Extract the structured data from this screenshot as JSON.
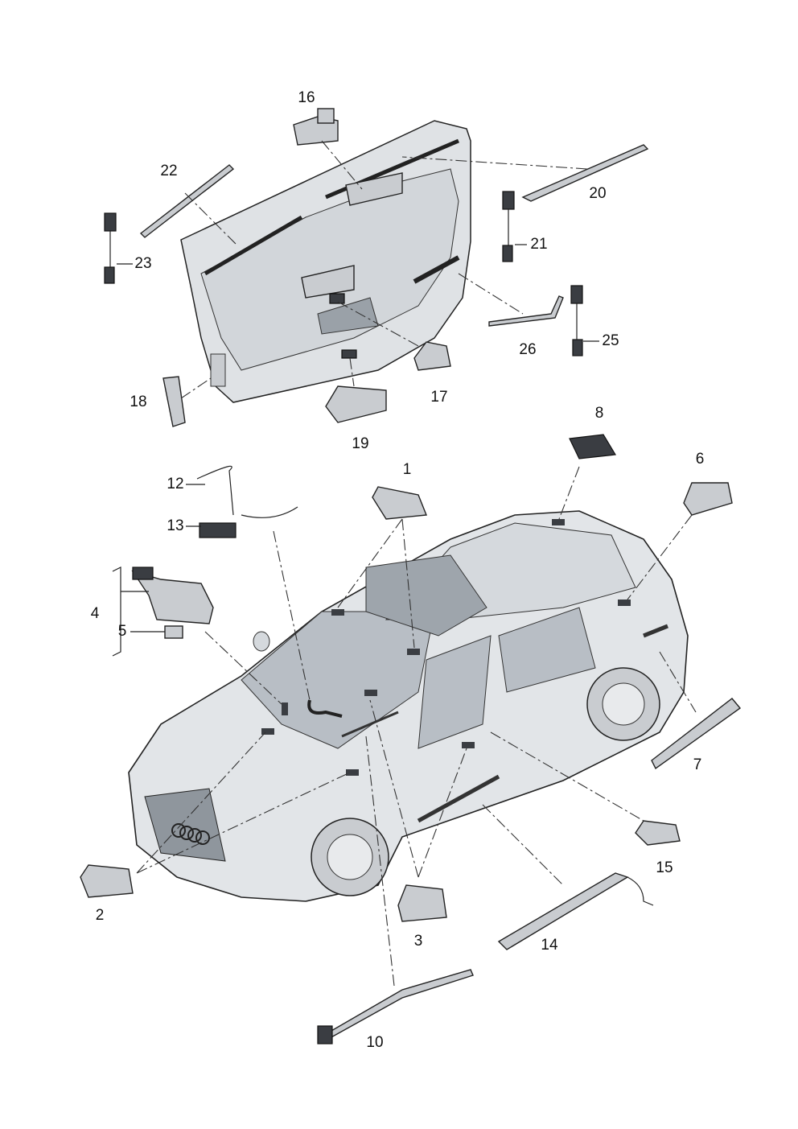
{
  "diagram": {
    "title": "Interior lighting parts diagram",
    "callouts": [
      "16",
      "22",
      "20",
      "21",
      "23",
      "25",
      "26",
      "17",
      "18",
      "19",
      "8",
      "6",
      "1",
      "12",
      "13",
      "4",
      "5",
      "7",
      "15",
      "2",
      "3",
      "14",
      "10"
    ]
  },
  "colors": {
    "body": "#e2e5e8",
    "glass": "#b8bec5",
    "outline": "#222222",
    "part": "#c9ccd0"
  }
}
